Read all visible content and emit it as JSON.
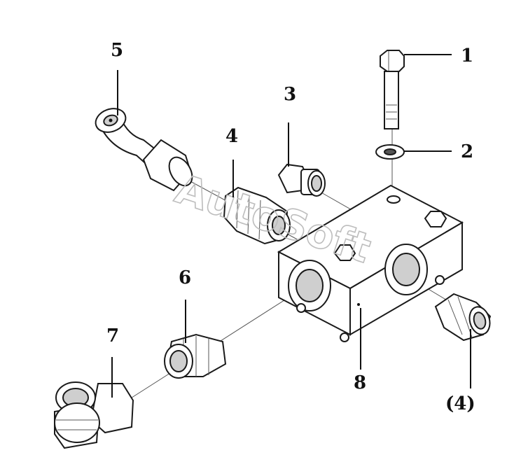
{
  "labels": {
    "l1": "1",
    "l2": "2",
    "l3": "3",
    "l4": "4",
    "l5": "5",
    "l6": "6",
    "l7": "7",
    "l8": "8",
    "l4b": "(4)"
  },
  "watermark": "AutoSoft"
}
